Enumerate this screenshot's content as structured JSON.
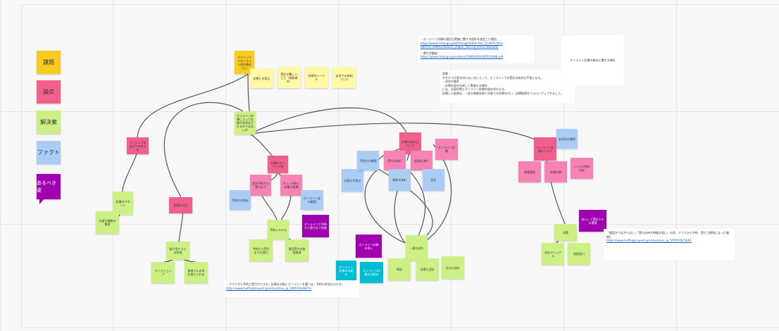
{
  "colors": {
    "yellow": "#f8cc1f",
    "yellowLight": "#fff8a4",
    "pink": "#f0608a",
    "pinkLight": "#f782b4",
    "green": "#cdf085",
    "blue": "#a9cdf5",
    "purple": "#a000b0",
    "cyan": "#00bcd4"
  },
  "legend": [
    {
      "id": "issue",
      "label": "課題",
      "color": "#f8cc1f"
    },
    {
      "id": "point",
      "label": "論点",
      "color": "#f0608a"
    },
    {
      "id": "solution",
      "label": "解決案",
      "color": "#cdf085"
    },
    {
      "id": "fact",
      "label": "ファクト",
      "color": "#a9cdf5"
    },
    {
      "id": "other",
      "label": "あるべき姿",
      "color": "#a000b0",
      "textColor": "#ffffff"
    }
  ],
  "notes": [
    {
      "id": "n1",
      "color": "#f8cc1f",
      "text": "クリニックでオンライン化を進めたい"
    },
    {
      "id": "n2",
      "color": "#fff8a4",
      "text": "診療との両立"
    },
    {
      "id": "n3",
      "color": "#fff8a4",
      "text": "受診が難しいこと（高齢者の）"
    },
    {
      "id": "n4",
      "color": "#fff8a4",
      "text": "技術的ハードル"
    },
    {
      "id": "n5",
      "color": "#fff8a4",
      "text": "自宅での体制づくり"
    },
    {
      "id": "n6",
      "color": "#cdf085",
      "text": "オンライン診療によって診療が効率化されるのではないか"
    },
    {
      "id": "n7",
      "color": "#f0608a",
      "text": "クリニックの広がりを考える"
    },
    {
      "id": "n8",
      "color": "#cdf085",
      "text": "診療のサポート"
    },
    {
      "id": "n9",
      "color": "#cdf085",
      "text": "必要な機能の整理"
    },
    {
      "id": "n10",
      "color": "#f0608a",
      "text": "広報の仕方"
    },
    {
      "id": "n11",
      "color": "#cdf085",
      "text": "紹介用チラシの作成"
    },
    {
      "id": "n12",
      "color": "#cdf085",
      "text": "ワークショップ"
    },
    {
      "id": "n13",
      "color": "#cdf085",
      "text": "患者さんの声を取り入れる"
    },
    {
      "id": "n14",
      "color": "#f0608a",
      "text": "診療のオンライン化"
    },
    {
      "id": "n15",
      "color": "#f782b4",
      "text": "受診予約から受付まで"
    },
    {
      "id": "n16",
      "color": "#f782b4",
      "text": "ネット予約と診療の連携"
    },
    {
      "id": "n17",
      "color": "#a9cdf5",
      "text": "予約の仕組み"
    },
    {
      "id": "n18",
      "color": "#a9cdf5",
      "text": "オンライン化の範囲"
    },
    {
      "id": "n19",
      "color": "#cdf085",
      "text": "予約システム"
    },
    {
      "id": "n20",
      "color": "#cdf085",
      "text": "予約から受付までの流れ"
    },
    {
      "id": "n21",
      "color": "#cdf085",
      "text": "電話受付の負担軽減"
    },
    {
      "id": "n22",
      "color": "#a000b0",
      "text": "オンラインで予約から受付まで完結"
    },
    {
      "id": "n23",
      "color": "#a9cdf5",
      "text": "必要な手続き"
    },
    {
      "id": "n24",
      "color": "#a9cdf5",
      "text": "手続きの整理"
    },
    {
      "id": "n25",
      "color": "#f0608a",
      "text": "診療の流れについて"
    },
    {
      "id": "n26",
      "color": "#f782b4",
      "text": "受付の流れ"
    },
    {
      "id": "n27",
      "color": "#f782b4",
      "text": "診察の流れ"
    },
    {
      "id": "n28",
      "color": "#f782b4",
      "text": "オンライン診療"
    },
    {
      "id": "n29",
      "color": "#a9cdf5",
      "text": "問診の流れ"
    },
    {
      "id": "n30",
      "color": "#a9cdf5",
      "text": "会計"
    },
    {
      "id": "n31",
      "color": "#a000b0",
      "text": "オンライン診療の導入"
    },
    {
      "id": "n32",
      "color": "#00bcd4",
      "text": "オンライン診療の仕組み"
    },
    {
      "id": "n33",
      "color": "#cdf085",
      "text": "一連の流れ"
    },
    {
      "id": "n34",
      "color": "#cdf085",
      "text": "問診"
    },
    {
      "id": "n35",
      "color": "#cdf085",
      "text": "診察と会計"
    },
    {
      "id": "n36",
      "color": "#cdf085",
      "text": "処方の流れ"
    },
    {
      "id": "n37",
      "color": "#f0608a",
      "text": "オンライン診療のリスク"
    },
    {
      "id": "n38",
      "color": "#a9cdf5",
      "text": "安全性の確保"
    },
    {
      "id": "n39",
      "color": "#f782b4",
      "text": "情報管理"
    },
    {
      "id": "n40",
      "color": "#f782b4",
      "text": "診療の質"
    },
    {
      "id": "n41",
      "color": "#f782b4",
      "text": "トラブル時の対応"
    },
    {
      "id": "n42",
      "color": "#cdf085",
      "text": "対策"
    },
    {
      "id": "n43",
      "color": "#cdf085",
      "text": "対応マニュアル"
    },
    {
      "id": "n44",
      "color": "#cdf085",
      "text": "相談窓口"
    },
    {
      "id": "n45",
      "color": "#a000b0",
      "text": "安心して受診できる環境"
    }
  ],
  "textboxes": {
    "refTop": {
      "l1": "・オンライン診療の適切な実施に関する指針を改定した理由",
      "link1": "https://www.mhlw.go.jp/stf/shingi2/other-ikei_513870.html",
      "link2": "Bq9rld=iwMHDnNr8U2i_20gL6_3foTzrg-RROvCfbwv8lKj",
      "l2": "・厚生労働省",
      "link3": "https://www.mhlw.go.jp/content/10800000/000514098.pdf"
    },
    "refMid": {
      "l1": "背景",
      "l2": "かかりつけ医を持たない方にとって、オンラインでの受診は有効な手段となる。",
      "l3": "・初診の場合",
      "l4": "・診療計画を作成して実施する場合",
      "l5": "には、対面診療とオンライン診療を組み合わせる。",
      "l6": "診療した医師は、一定の期間を経て対面での診療を行い、診療結果をフォローアップすること。"
    },
    "refSmall": {
      "l1": "オンライン診療の普及に関する資料"
    },
    "refBottom": {
      "l1": "・アプリから予約と受付ができる。診療は対面とオンラインを選べる。予約の状況もわかる。",
      "link1": "https://www.huffingtonpost.jp/entry/story_jp_5f4f019e4b07e"
    },
    "refRight": {
      "l1": "「電話がつながらない」「受付の待ち時間が長い」の声。アプリから予約・受付【便利になった事例】",
      "link1": "https://www.huffingtonpost.jp/entry/story_jp_5f7f0740c5b61"
    }
  }
}
